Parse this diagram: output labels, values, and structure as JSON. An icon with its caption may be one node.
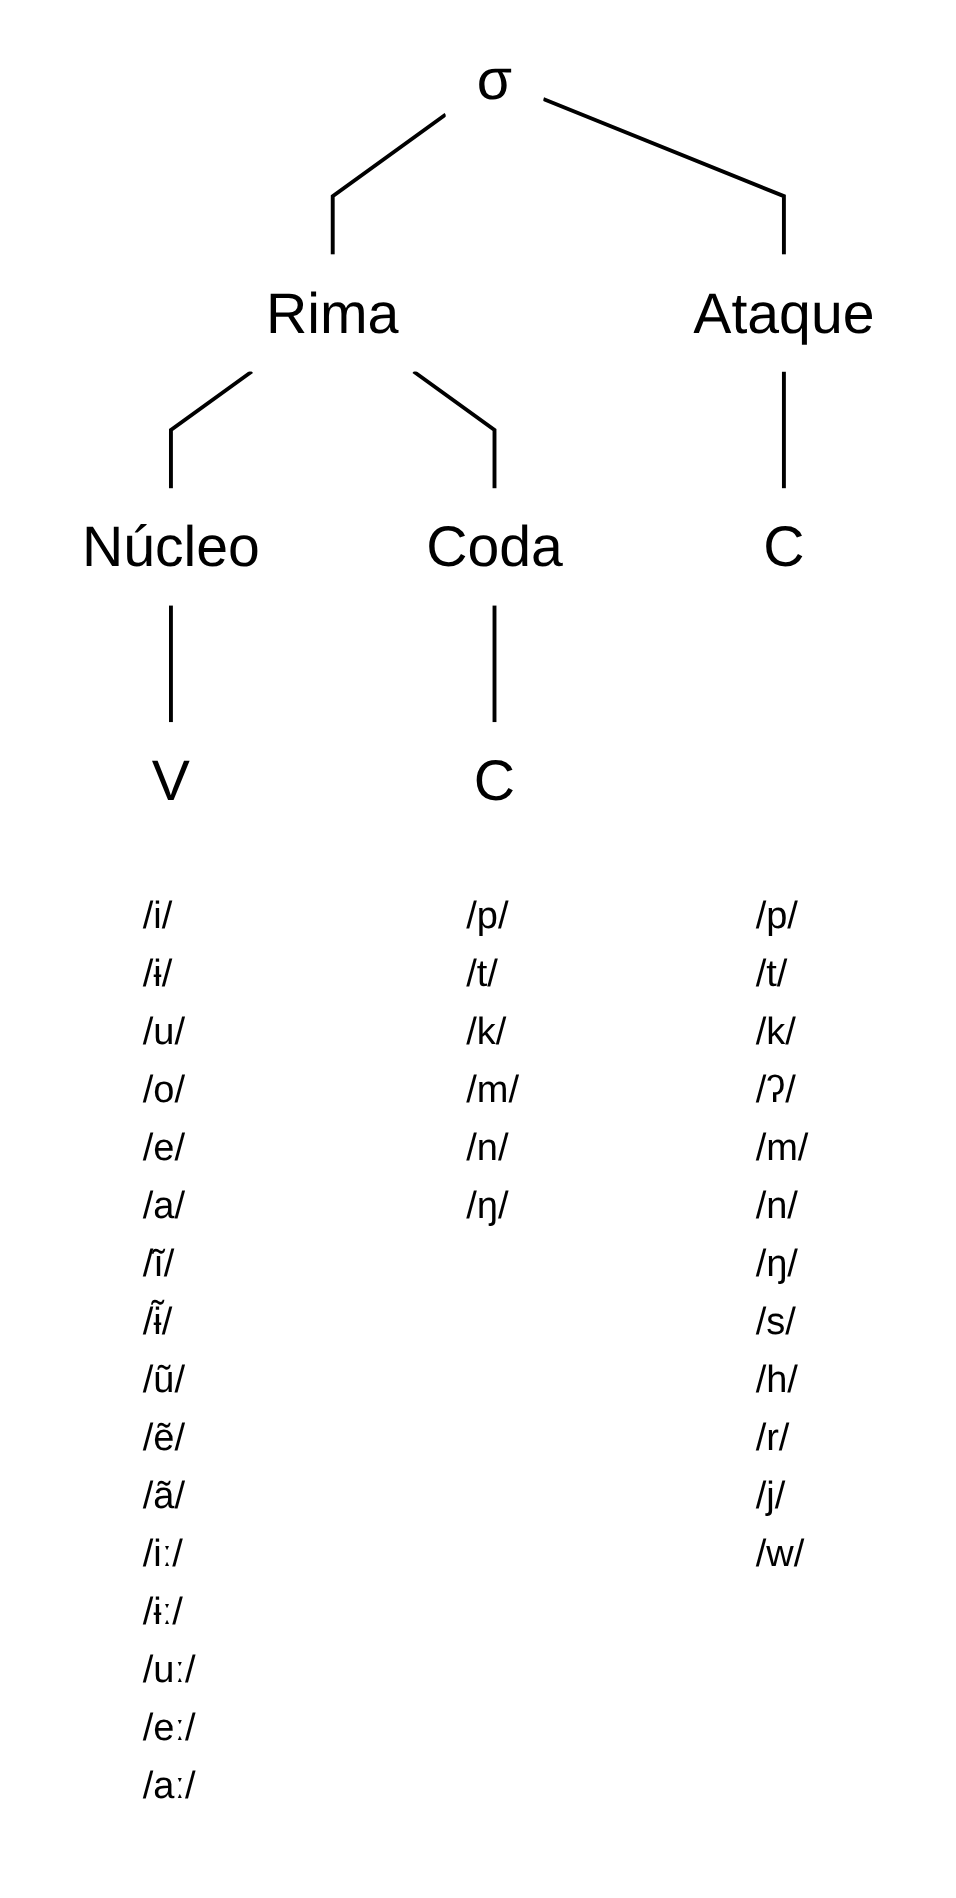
{
  "diagram": {
    "nodes": [
      {
        "text": [
          "σ"
        ]
      },
      {
        "text": [
          "Ataque"
        ]
      },
      {
        "text": [
          "Rima"
        ]
      },
      {
        "text": [
          "Núcleo"
        ]
      },
      {
        "text": [
          "Coda"
        ]
      },
      {
        "text": [
          "C"
        ],
        "beside": [
          "/p/",
          "/t/",
          "/k/",
          "/ʔ/",
          "/m/",
          "/n/",
          "/ŋ/",
          "/s/",
          "/h/",
          "/r/",
          "/j/",
          "/w/"
        ]
      },
      {
        "text": [
          "V"
        ],
        "beside": [
          "/i/",
          "/ɨ/",
          "/u/",
          "/o/",
          "/e/",
          "/a/",
          "/ĩ/",
          "/ɨ̃/",
          "/ũ/",
          "/ẽ/",
          "/ã/",
          "/iː/",
          "/ɨː/",
          "/uː/",
          "/eː/",
          "/aː/"
        ]
      },
      {
        "text": [
          "C"
        ],
        "beside": [
          "/p/",
          "/t/",
          "/k/",
          "/m/",
          "/n/",
          "/ŋ/"
        ]
      }
    ],
    "edges": [
      {
        "from": 0,
        "to": 1,
        "arrow": "none"
      },
      {
        "from": 0,
        "to": 2,
        "arrow": "none"
      },
      {
        "from": 1,
        "to": 5,
        "arrow": "none"
      },
      {
        "from": 2,
        "to": 3,
        "arrow": "none"
      },
      {
        "from": 2,
        "to": 4,
        "arrow": "none"
      },
      {
        "from": 3,
        "to": 6,
        "arrow": "none"
      },
      {
        "from": 4,
        "to": 7,
        "arrow": "none"
      }
    ]
  }
}
